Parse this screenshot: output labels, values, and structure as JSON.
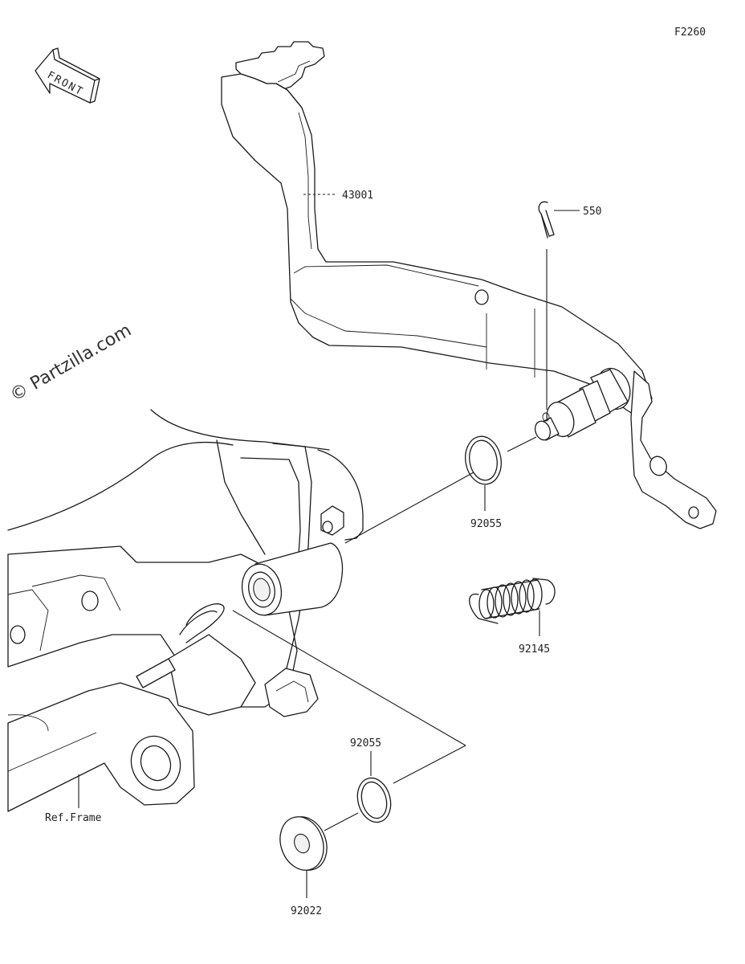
{
  "diagram": {
    "code": "F2260",
    "front_label": "FRONT",
    "watermark": "© Partzilla.com",
    "ref_label": "Ref.Frame",
    "parts": [
      {
        "number": "43001"
      },
      {
        "number": "550"
      },
      {
        "number": "92055"
      },
      {
        "number": "92145"
      },
      {
        "number": "92055"
      },
      {
        "number": "92022"
      }
    ]
  }
}
